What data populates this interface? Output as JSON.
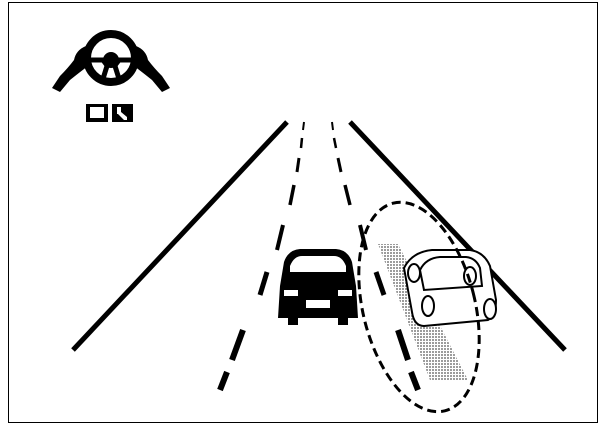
{
  "illustration": {
    "icons": [
      "steering-wheel-hands-icon",
      "book-icon",
      "service-wrench-icon"
    ],
    "colors": {
      "ink": "#000000",
      "background": "#ffffff",
      "hatch": "#888888"
    },
    "elements": [
      "road",
      "lane-markings",
      "own-vehicle",
      "adjacent-vehicle",
      "blind-spot-zone",
      "dashed-detection-ellipse"
    ]
  }
}
